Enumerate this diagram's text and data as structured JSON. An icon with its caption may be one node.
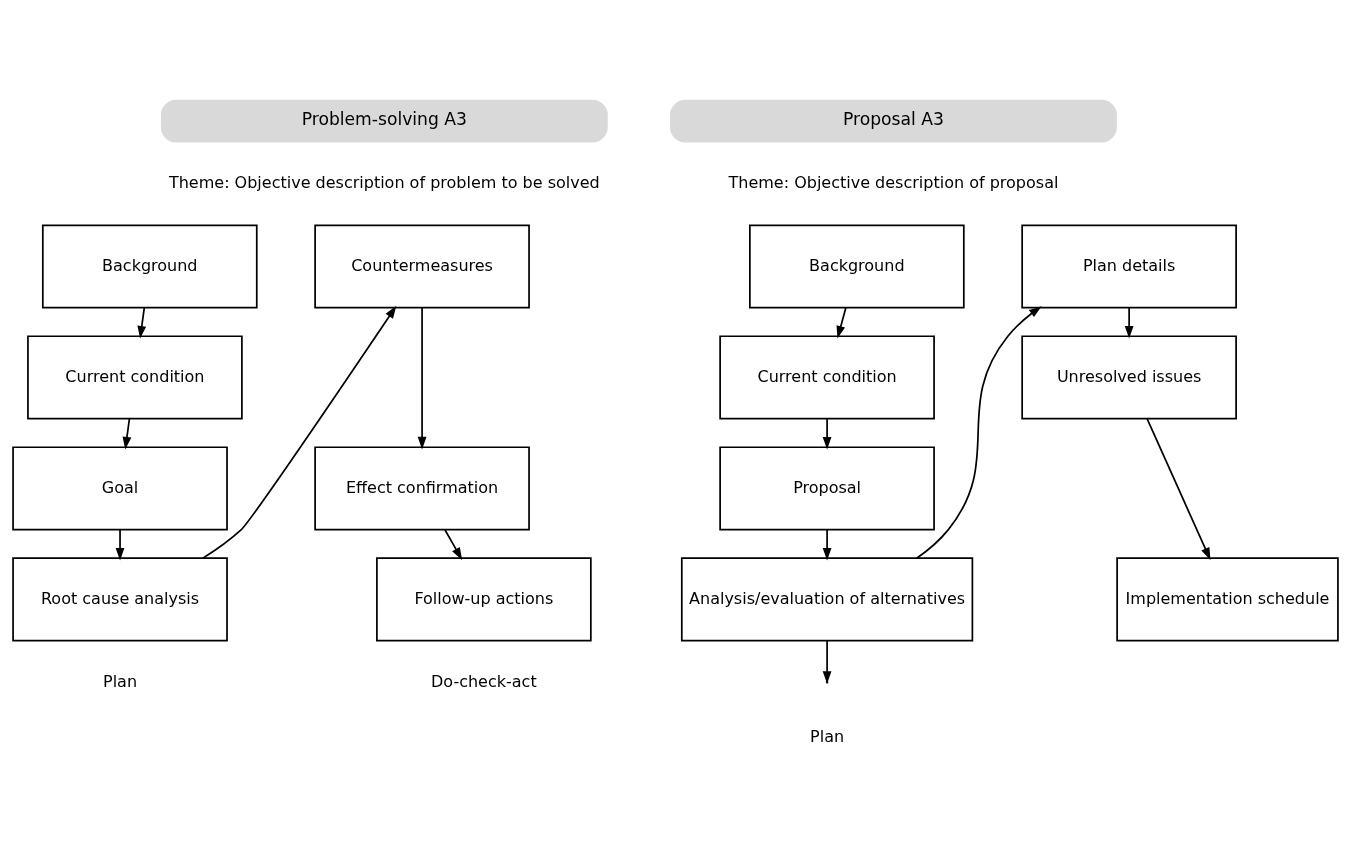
{
  "diagram": {
    "nodes": [
      {
        "text": [
          "Problem-solving A3"
        ]
      },
      {
        "text": [
          "Background"
        ]
      },
      {
        "text": [
          "Current condition"
        ]
      },
      {
        "text": [
          "Goal"
        ]
      },
      {
        "text": [
          "Root cause analysis"
        ]
      },
      {
        "text": [
          "Countermeasures"
        ]
      },
      {
        "text": [
          "Effect confirmation"
        ]
      },
      {
        "text": [
          "Follow-up actions"
        ]
      },
      {
        "text": [
          "Proposal A3"
        ]
      },
      {
        "text": [
          "Background"
        ]
      },
      {
        "text": [
          "Current condition"
        ]
      },
      {
        "text": [
          "Proposal"
        ]
      },
      {
        "text": [
          "Analysis/evaluation of alternatives"
        ]
      },
      {
        "text": [
          "Plan details"
        ]
      },
      {
        "text": [
          "Unresolved issues"
        ]
      },
      {
        "text": [
          "Implementation schedule"
        ]
      }
    ],
    "edges": [
      {
        "from": 1,
        "to": 2,
        "arrow": "to"
      },
      {
        "from": 2,
        "to": 3,
        "arrow": "to"
      },
      {
        "from": 3,
        "to": 4,
        "arrow": "to"
      },
      {
        "from": 4,
        "to": 5,
        "arrow": "to"
      },
      {
        "from": 5,
        "to": 6,
        "arrow": "to"
      },
      {
        "from": 6,
        "to": 7,
        "arrow": "to"
      },
      {
        "from": 9,
        "to": 10,
        "arrow": "to"
      },
      {
        "from": 10,
        "to": 11,
        "arrow": "to"
      },
      {
        "from": 11,
        "to": 12,
        "arrow": "to"
      },
      {
        "from": 12,
        "to": 13,
        "arrow": "to"
      },
      {
        "from": 13,
        "to": 14,
        "arrow": "to"
      },
      {
        "from": 14,
        "to": 15,
        "arrow": "to"
      },
      {
        "from": 12,
        "to": null,
        "arrow": "to"
      }
    ],
    "labels": [
      "Theme: Objective description of problem to be solved",
      "Theme: Objective description of proposal",
      "Plan",
      "Do-check-act",
      "Plan"
    ]
  }
}
